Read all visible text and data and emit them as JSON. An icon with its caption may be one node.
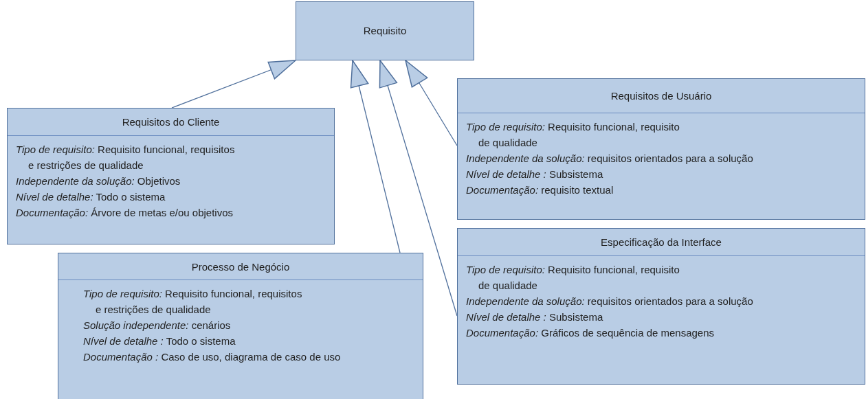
{
  "diagram": {
    "nodes": [
      {
        "text": [
          "Requisito"
        ]
      },
      {
        "text": [
          "Requisitos do Cliente",
          "*Tipo de requisito:* Requisito funcional, requisitos e restrições de qualidade",
          "*Independente da solução:* Objetivos",
          "*Nível de detalhe:* Todo o sistema",
          "*Documentação:* Árvore de metas e/ou objetivos"
        ]
      },
      {
        "text": [
          "Requisitos de Usuário",
          "*Tipo de requisito:* Requisito funcional, requisito de qualidade",
          "*Independente da solução:* requisitos orientados para a solução",
          "*Nível de detalhe :* Subsistema",
          "*Documentação:* requisito textual"
        ]
      },
      {
        "text": [
          "Processo de Negócio",
          "*Tipo de requisito:* Requisito funcional, requisitos e restrições de qualidade",
          "*Solução independente:* cenários",
          "*Nível de detalhe :* Todo o sistema",
          "*Documentação :* Caso de uso, diagrama de caso de uso"
        ]
      },
      {
        "text": [
          "Especificação da Interface",
          "*Tipo de requisito:* Requisito funcional, requisito de qualidade",
          "*Independente da solução:* requisitos orientados para a solução",
          "*Nível de detalhe :* Subsistema",
          "*Documentação:* Gráficos de sequência de mensagens"
        ]
      }
    ],
    "edges": [
      {
        "from": 1,
        "to": 0,
        "arrow": "to"
      },
      {
        "from": 3,
        "to": 0,
        "arrow": "to"
      },
      {
        "from": 4,
        "to": 0,
        "arrow": "to"
      },
      {
        "from": 2,
        "to": 0,
        "arrow": "to"
      }
    ]
  }
}
